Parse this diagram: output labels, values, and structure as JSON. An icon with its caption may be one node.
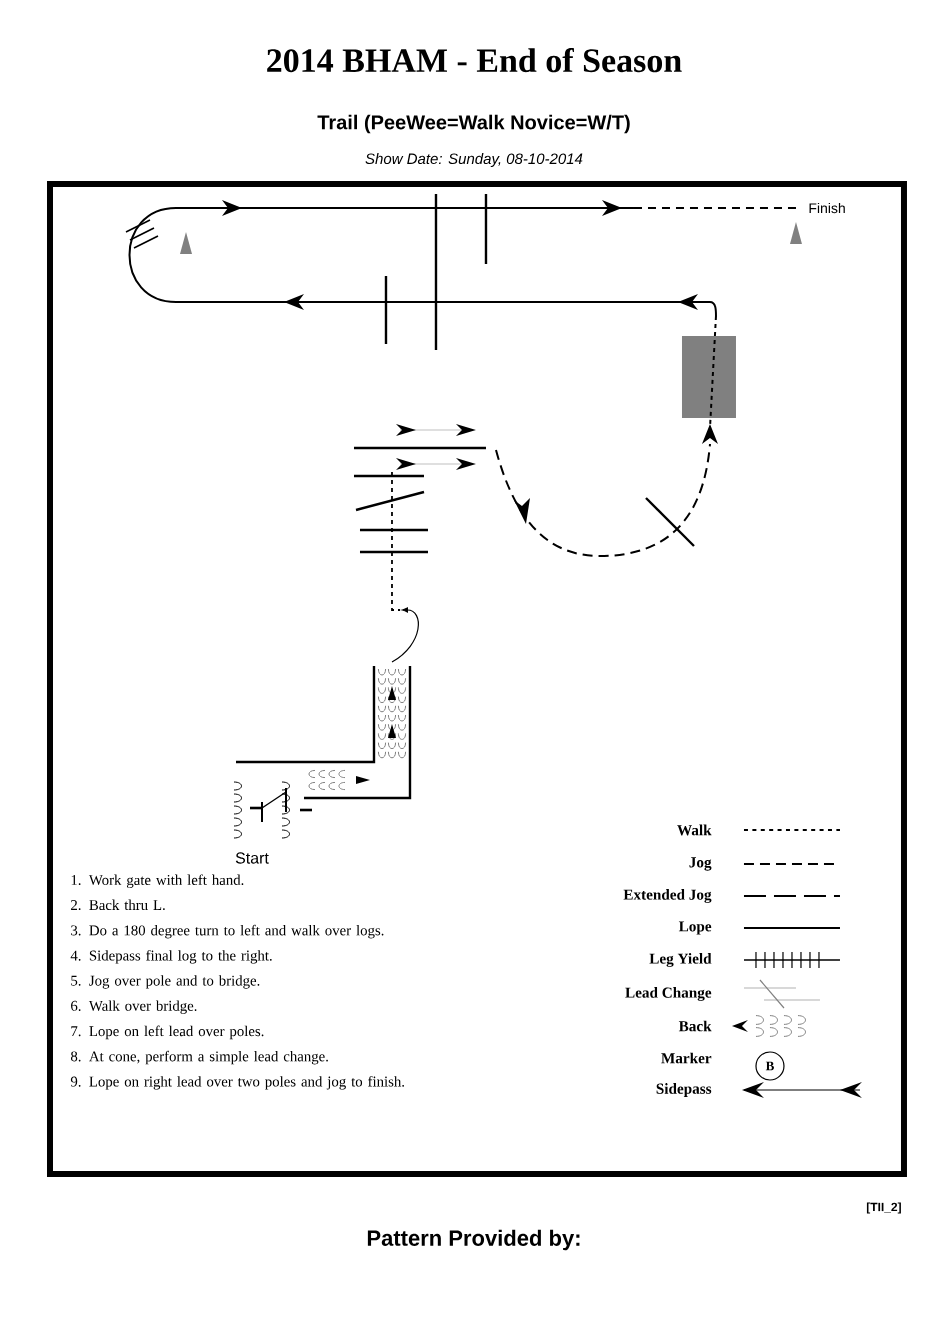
{
  "diagram": {
    "title": "2014 BHAM - End of Season",
    "labels": [
      "Trail (PeeWee=Walk  Novice=W/T)",
      "Show Date: Sunday, 08-10-2014",
      "Finish",
      "Start",
      "1. Work gate with left hand.",
      "2. Back thru L.",
      "3. Do a 180 degree turn to left and walk over logs.",
      "4. Sidepass final log to the right.",
      "5. Jog over pole and to bridge.",
      "6. Walk over bridge.",
      "7. Lope on left lead over poles.",
      "8. At cone, perform a simple lead change.",
      "9. Lope on right lead over two poles and jog to finish.",
      "B",
      "[TII_2]",
      "Pattern Provided by:"
    ],
    "legend": [
      {
        "text": "Walk"
      },
      {
        "text": "Jog"
      },
      {
        "text": "Extended Jog"
      },
      {
        "text": "Lope"
      },
      {
        "text": "Leg Yield"
      },
      {
        "text": "Lead Change"
      },
      {
        "text": "Back"
      },
      {
        "text": "Marker"
      },
      {
        "text": "Sidepass"
      }
    ]
  }
}
